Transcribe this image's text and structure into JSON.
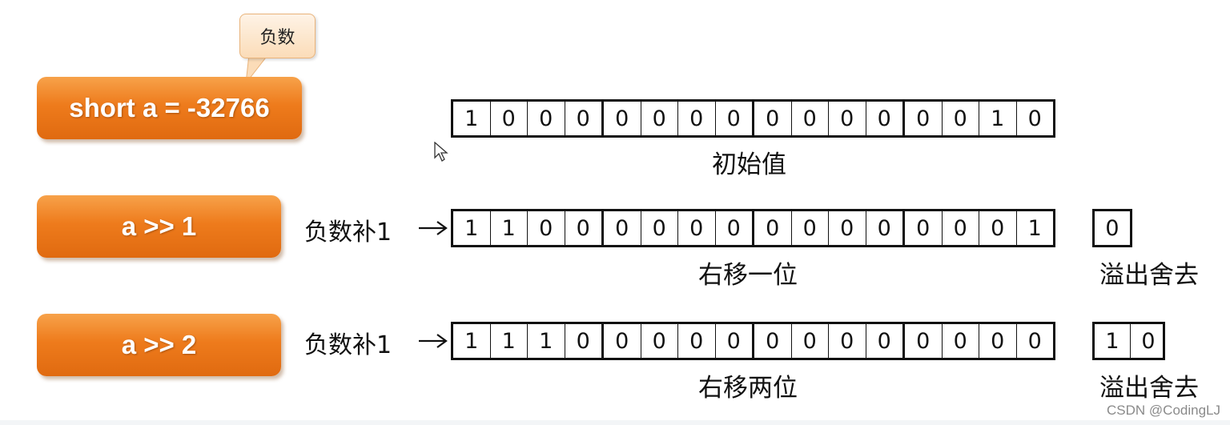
{
  "callout": {
    "text": "负数"
  },
  "rows": [
    {
      "button": "short a = -32766",
      "bits": [
        "1",
        "0",
        "0",
        "0",
        "0",
        "0",
        "0",
        "0",
        "0",
        "0",
        "0",
        "0",
        "0",
        "0",
        "1",
        "0"
      ],
      "caption": "初始值"
    },
    {
      "button": "a >> 1",
      "fill_label": "负数补1",
      "bits": [
        "1",
        "1",
        "0",
        "0",
        "0",
        "0",
        "0",
        "0",
        "0",
        "0",
        "0",
        "0",
        "0",
        "0",
        "0",
        "1"
      ],
      "caption": "右移一位",
      "overflow_bits": [
        "0"
      ],
      "overflow_caption": "溢出舍去"
    },
    {
      "button": "a >> 2",
      "fill_label": "负数补1",
      "bits": [
        "1",
        "1",
        "1",
        "0",
        "0",
        "0",
        "0",
        "0",
        "0",
        "0",
        "0",
        "0",
        "0",
        "0",
        "0",
        "0"
      ],
      "caption": "右移两位",
      "overflow_bits": [
        "1",
        "0"
      ],
      "overflow_caption": "溢出舍去"
    }
  ],
  "watermark": "CSDN @CodingLJ",
  "colors": {
    "button": "#ee7b1c",
    "callout": "#fbdcb8",
    "border": "#111111"
  },
  "icons": {
    "arrow": "right-arrow-icon",
    "cursor": "mouse-cursor-icon"
  }
}
